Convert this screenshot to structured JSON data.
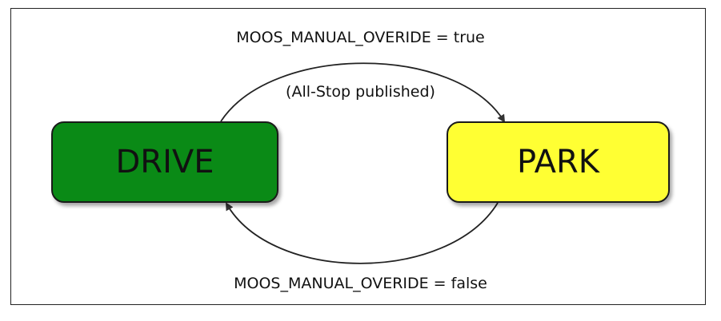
{
  "diagram": {
    "states": [
      {
        "id": "drive",
        "label": "DRIVE",
        "fill": "#0a8a16"
      },
      {
        "id": "park",
        "label": "PARK",
        "fill": "#ffff33"
      }
    ],
    "transitions": [
      {
        "from": "drive",
        "to": "park",
        "condition": "MOOS_MANUAL_OVERIDE = true",
        "action": "(All-Stop published)"
      },
      {
        "from": "park",
        "to": "drive",
        "condition": "MOOS_MANUAL_OVERIDE = false"
      }
    ]
  }
}
